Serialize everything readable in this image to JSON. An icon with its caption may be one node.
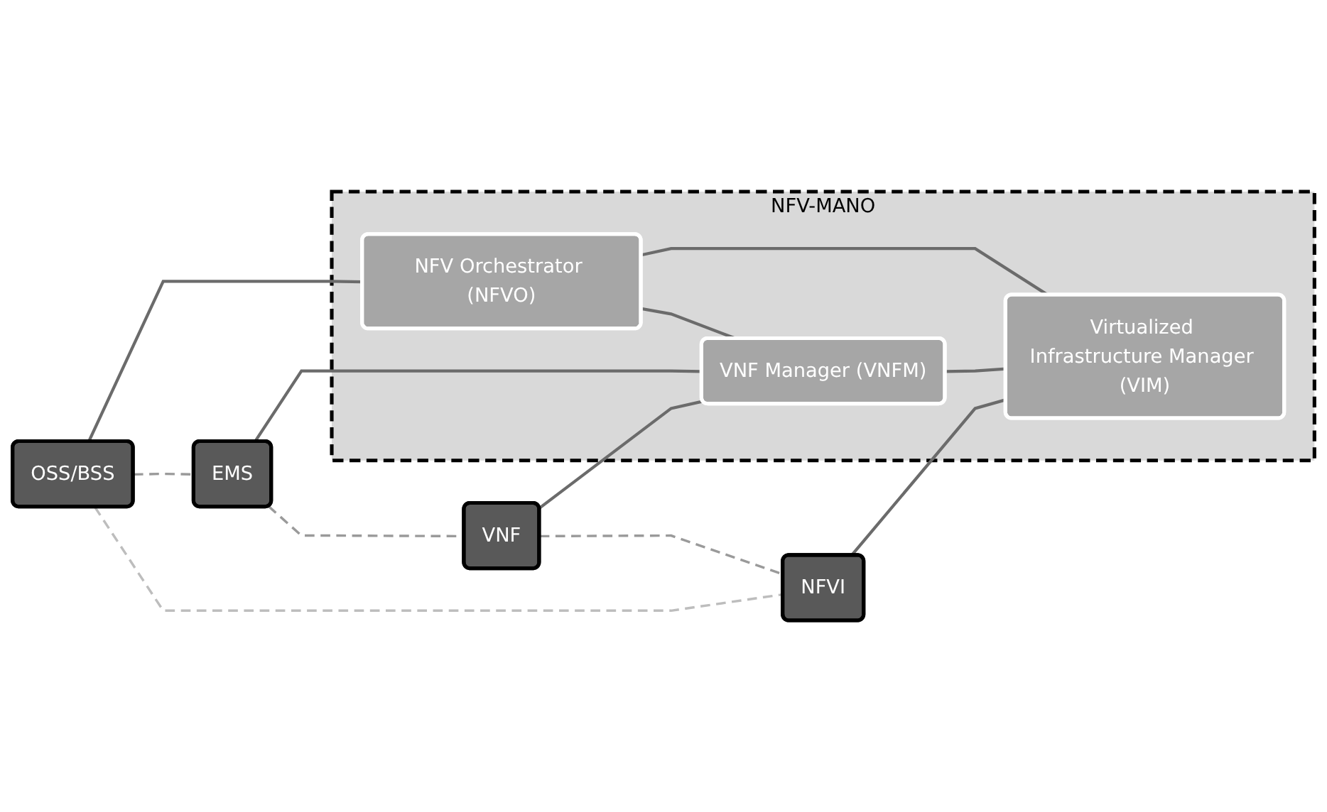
{
  "diagram": {
    "nodes": [
      {
        "text": [
          "OSS/BSS"
        ]
      },
      {
        "text": [
          "NFV-MANO"
        ]
      },
      {
        "text": [
          "NFV Orchestrator (NFVO)"
        ],
        "in": 1
      },
      {
        "text": [
          "EMS"
        ]
      },
      {
        "text": [
          "VNF Manager (VNFM)"
        ],
        "in": 1
      },
      {
        "text": [
          "VNF"
        ]
      },
      {
        "text": [
          "NFVI"
        ]
      },
      {
        "text": [
          "Virtualized Infrastructure Manager (VIM)"
        ],
        "in": 1
      }
    ],
    "edges": [
      {
        "from": 0,
        "to": 2,
        "arrow": "none"
      },
      {
        "from": 2,
        "to": 4,
        "arrow": "none"
      },
      {
        "from": 2,
        "to": 7,
        "arrow": "none"
      },
      {
        "from": 0,
        "to": 3,
        "arrow": "none",
        "style": "dashed",
        "color": "#9a9a9a"
      },
      {
        "from": 3,
        "to": 5,
        "arrow": "none",
        "style": "dashed",
        "color": "#9a9a9a"
      },
      {
        "from": 5,
        "to": 6,
        "arrow": "none",
        "style": "dashed",
        "color": "#9a9a9a"
      },
      {
        "from": 0,
        "to": 6,
        "arrow": "none",
        "style": "dashed",
        "color": "#bdbdbd"
      },
      {
        "from": 3,
        "to": 4,
        "arrow": "none"
      },
      {
        "from": 5,
        "to": 4,
        "arrow": "none"
      },
      {
        "from": 4,
        "to": 7,
        "arrow": "none"
      },
      {
        "from": 6,
        "to": 7,
        "arrow": "none"
      }
    ]
  }
}
